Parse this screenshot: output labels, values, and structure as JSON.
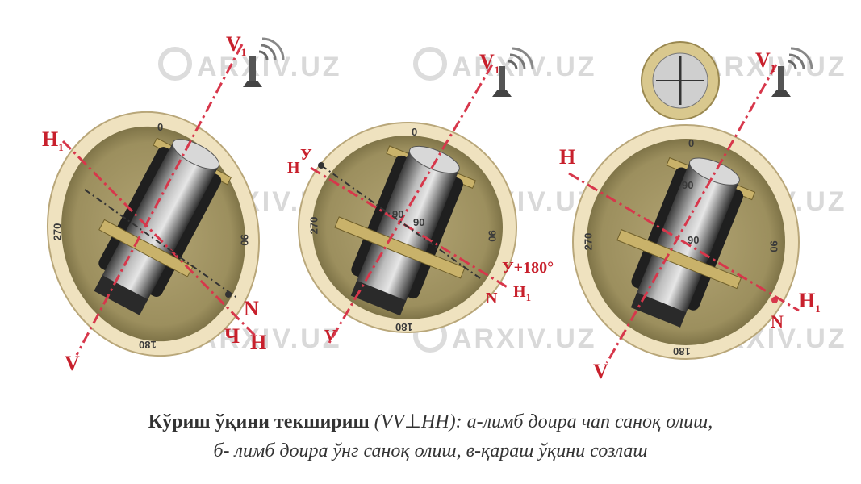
{
  "watermark": "ARXIV.UZ",
  "panels": [
    {
      "id": "a",
      "labels": {
        "v1": "V",
        "v1_sub": "1",
        "h1": "H",
        "h1_sub": "1",
        "v": "V",
        "n": "N",
        "ch": "Ч",
        "h": "Н"
      },
      "ticks": {
        "t0": "0",
        "t90": "90",
        "t270": "270",
        "t180": "180"
      }
    },
    {
      "id": "b",
      "labels": {
        "v1": "V",
        "v1_sub": "1",
        "u": "У",
        "h": "Н",
        "v": "V",
        "n": "N",
        "h1": "H",
        "h1_sub": "1",
        "u180": "У+180°"
      },
      "ticks": {
        "t0": "0",
        "t90": "90",
        "t270": "270",
        "t180": "180"
      },
      "angles": [
        "90",
        "90"
      ]
    },
    {
      "id": "c",
      "labels": {
        "v1": "V",
        "v1_sub": "1",
        "h": "H",
        "v": "V",
        "n": "N",
        "h1": "H",
        "h1_sub": "1"
      },
      "ticks": {
        "t0": "0",
        "t90": "90",
        "t270": "270",
        "t180": "180"
      },
      "angles": [
        "90",
        "90"
      ]
    }
  ],
  "caption": {
    "title": "Кўриш ўқини текшириш ",
    "formula_a": "(VV",
    "perp": "⊥",
    "formula_b": "HH):",
    "line1_rest": " а-лимб доира чап саноқ олиш,",
    "line2": "б- лимб доира ўнг саноқ олиш, в-қараш ўқини созлаш"
  }
}
